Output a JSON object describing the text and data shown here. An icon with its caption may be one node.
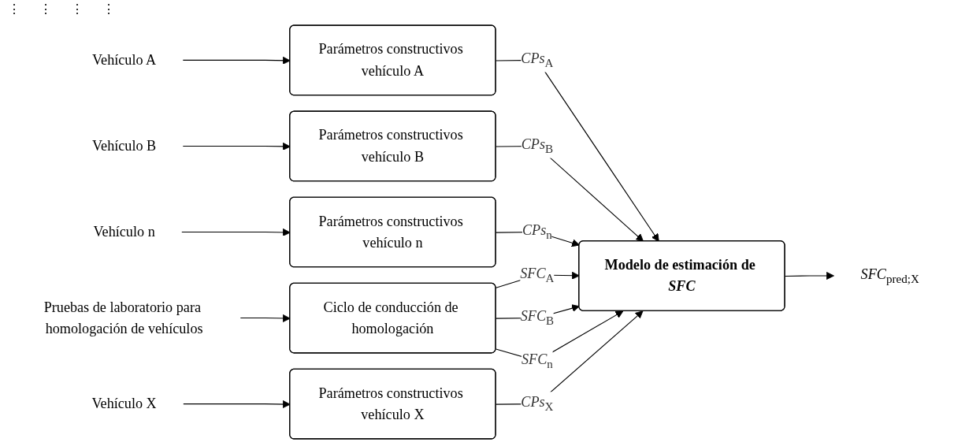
{
  "diagram": {
    "nodes": [
      {
        "text": [
          "Vehículo A"
        ]
      },
      {
        "text": [
          "Parámetros constructivos vehículo A"
        ]
      },
      {
        "text": [
          "Vehículo B"
        ]
      },
      {
        "text": [
          "Parámetros constructivos vehículo B"
        ]
      },
      {
        "text": [
          "Vehículo n"
        ]
      },
      {
        "text": [
          "Parámetros constructivos vehículo n"
        ]
      },
      {
        "text": [
          "Pruebas de laboratorio para homologación de vehículos"
        ]
      },
      {
        "text": [
          "Ciclo de conducción de homologación"
        ]
      },
      {
        "text": [
          "Vehículo X"
        ]
      },
      {
        "text": [
          "Parámetros constructivos vehículo X"
        ]
      },
      {
        "text": [
          "Modelo de estimación de *SFC*"
        ]
      },
      {
        "text": [
          "*SFC*$_{pred;X}$"
        ]
      }
    ],
    "edges": [
      {
        "from": 0,
        "to": 1,
        "arrow": "to"
      },
      {
        "from": 2,
        "to": 3,
        "arrow": "to"
      },
      {
        "from": 4,
        "to": 5,
        "arrow": "to"
      },
      {
        "from": 6,
        "to": 7,
        "arrow": "to"
      },
      {
        "from": 8,
        "to": 9,
        "arrow": "to"
      },
      {
        "from": 1,
        "to": 10,
        "arrow": "to",
        "label": "*CPs*$_{A}$"
      },
      {
        "from": 3,
        "to": 10,
        "arrow": "to",
        "label": "*CPs*$_{B}$"
      },
      {
        "from": 5,
        "to": 10,
        "arrow": "to",
        "label": "*CPs*$_{n}$"
      },
      {
        "from": 7,
        "to": 10,
        "arrow": "to",
        "label": "*SFC*$_{A}$"
      },
      {
        "from": 7,
        "to": 10,
        "arrow": "to",
        "label": "*SFC*$_{B}$"
      },
      {
        "from": 7,
        "to": 10,
        "arrow": "to",
        "label": "*SFC*$_{n}$"
      },
      {
        "from": 9,
        "to": 10,
        "arrow": "to",
        "label": "*CPs*$_{X}$"
      },
      {
        "from": 10,
        "to": 11,
        "arrow": "to"
      }
    ],
    "labels": [
      "⋮",
      "⋮",
      "⋮",
      "⋮"
    ]
  }
}
